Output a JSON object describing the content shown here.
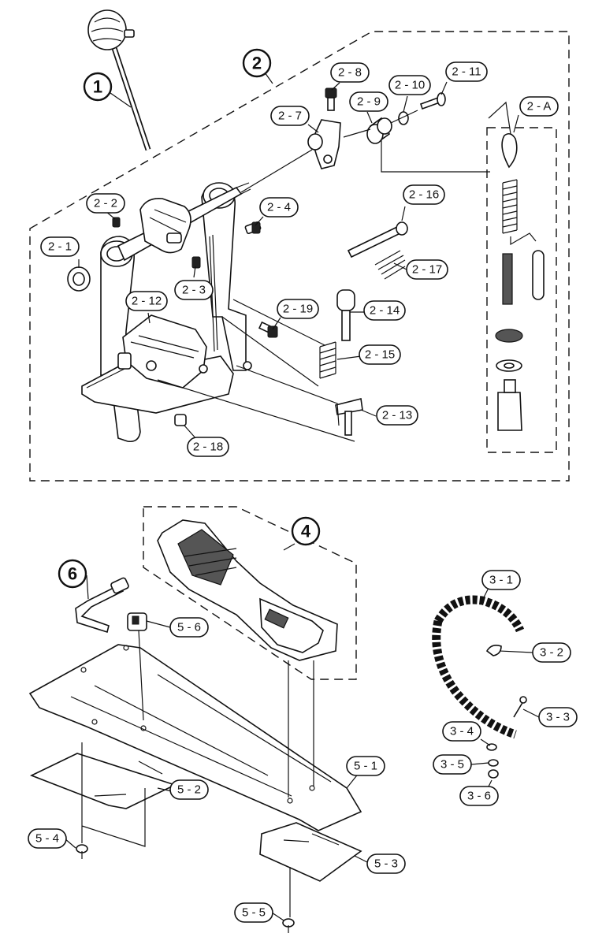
{
  "assemblies": [
    {
      "id": "assembly-1",
      "label": "1"
    },
    {
      "id": "assembly-2",
      "label": "2"
    },
    {
      "id": "assembly-4",
      "label": "4"
    },
    {
      "id": "assembly-6",
      "label": "6"
    }
  ],
  "parts": [
    {
      "id": "part-2-1",
      "label": "2 - 1"
    },
    {
      "id": "part-2-2",
      "label": "2 - 2"
    },
    {
      "id": "part-2-3",
      "label": "2 - 3"
    },
    {
      "id": "part-2-4",
      "label": "2 - 4"
    },
    {
      "id": "part-2-7",
      "label": "2 - 7"
    },
    {
      "id": "part-2-8",
      "label": "2 - 8"
    },
    {
      "id": "part-2-9",
      "label": "2 - 9"
    },
    {
      "id": "part-2-10",
      "label": "2 - 10"
    },
    {
      "id": "part-2-11",
      "label": "2 - 11"
    },
    {
      "id": "part-2-A",
      "label": "2 - A"
    },
    {
      "id": "part-2-12",
      "label": "2 - 12"
    },
    {
      "id": "part-2-13",
      "label": "2 - 13"
    },
    {
      "id": "part-2-14",
      "label": "2 - 14"
    },
    {
      "id": "part-2-15",
      "label": "2 - 15"
    },
    {
      "id": "part-2-16",
      "label": "2 - 16"
    },
    {
      "id": "part-2-17",
      "label": "2 - 17"
    },
    {
      "id": "part-2-18",
      "label": "2 - 18"
    },
    {
      "id": "part-2-19",
      "label": "2 - 19"
    },
    {
      "id": "part-3-1",
      "label": "3 - 1"
    },
    {
      "id": "part-3-2",
      "label": "3 - 2"
    },
    {
      "id": "part-3-3",
      "label": "3 - 3"
    },
    {
      "id": "part-3-4",
      "label": "3 - 4"
    },
    {
      "id": "part-3-5",
      "label": "3 - 5"
    },
    {
      "id": "part-3-6",
      "label": "3 - 6"
    },
    {
      "id": "part-5-1",
      "label": "5 - 1"
    },
    {
      "id": "part-5-2",
      "label": "5 - 2"
    },
    {
      "id": "part-5-3",
      "label": "5 - 3"
    },
    {
      "id": "part-5-4",
      "label": "5 - 4"
    },
    {
      "id": "part-5-5",
      "label": "5 - 5"
    },
    {
      "id": "part-5-6",
      "label": "5 - 6"
    }
  ]
}
